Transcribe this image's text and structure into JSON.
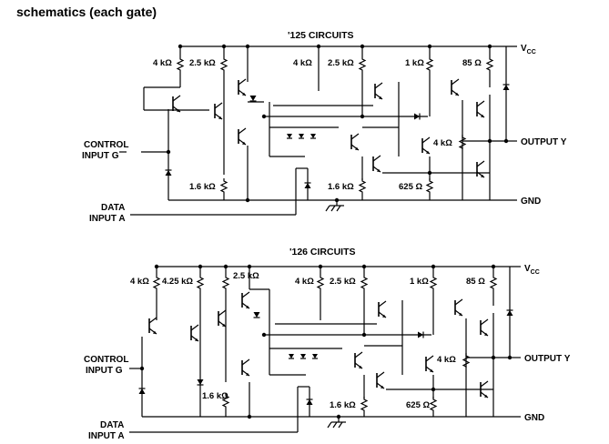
{
  "title": "schematics (each gate)",
  "circuit_125": {
    "title": "'125 CIRCUITS",
    "top_resistors": [
      "4 kΩ",
      "2.5 kΩ",
      "4 kΩ",
      "2.5 kΩ",
      "1 kΩ",
      "85 Ω"
    ],
    "resistor_mid": "4 kΩ",
    "resistor_bottom_left": "1.6 kΩ",
    "resistor_bottom_mid": "1.6 kΩ",
    "resistor_bottom_right": "625 Ω",
    "vcc": "V",
    "vcc_sub": "CC",
    "output": "OUTPUT Y",
    "gnd": "GND",
    "control_line1": "CONTROL",
    "control_line2": "INPUT G",
    "data_line1": "DATA",
    "data_line2": "INPUT A"
  },
  "circuit_126": {
    "title": "'126 CIRCUITS",
    "top_resistors": [
      "4 kΩ",
      "4.25 kΩ",
      "2.5 kΩ",
      "4 kΩ",
      "2.5 kΩ",
      "1 kΩ",
      "85 Ω"
    ],
    "resistor_mid": "4 kΩ",
    "resistor_bottom_left": "1.6 kΩ",
    "resistor_bottom_mid": "1.6 kΩ",
    "resistor_bottom_right": "625 Ω",
    "vcc": "V",
    "vcc_sub": "CC",
    "output": "OUTPUT Y",
    "gnd": "GND",
    "control_line1": "CONTROL",
    "control_line2": "INPUT G",
    "data_line1": "DATA",
    "data_line2": "INPUT A"
  }
}
